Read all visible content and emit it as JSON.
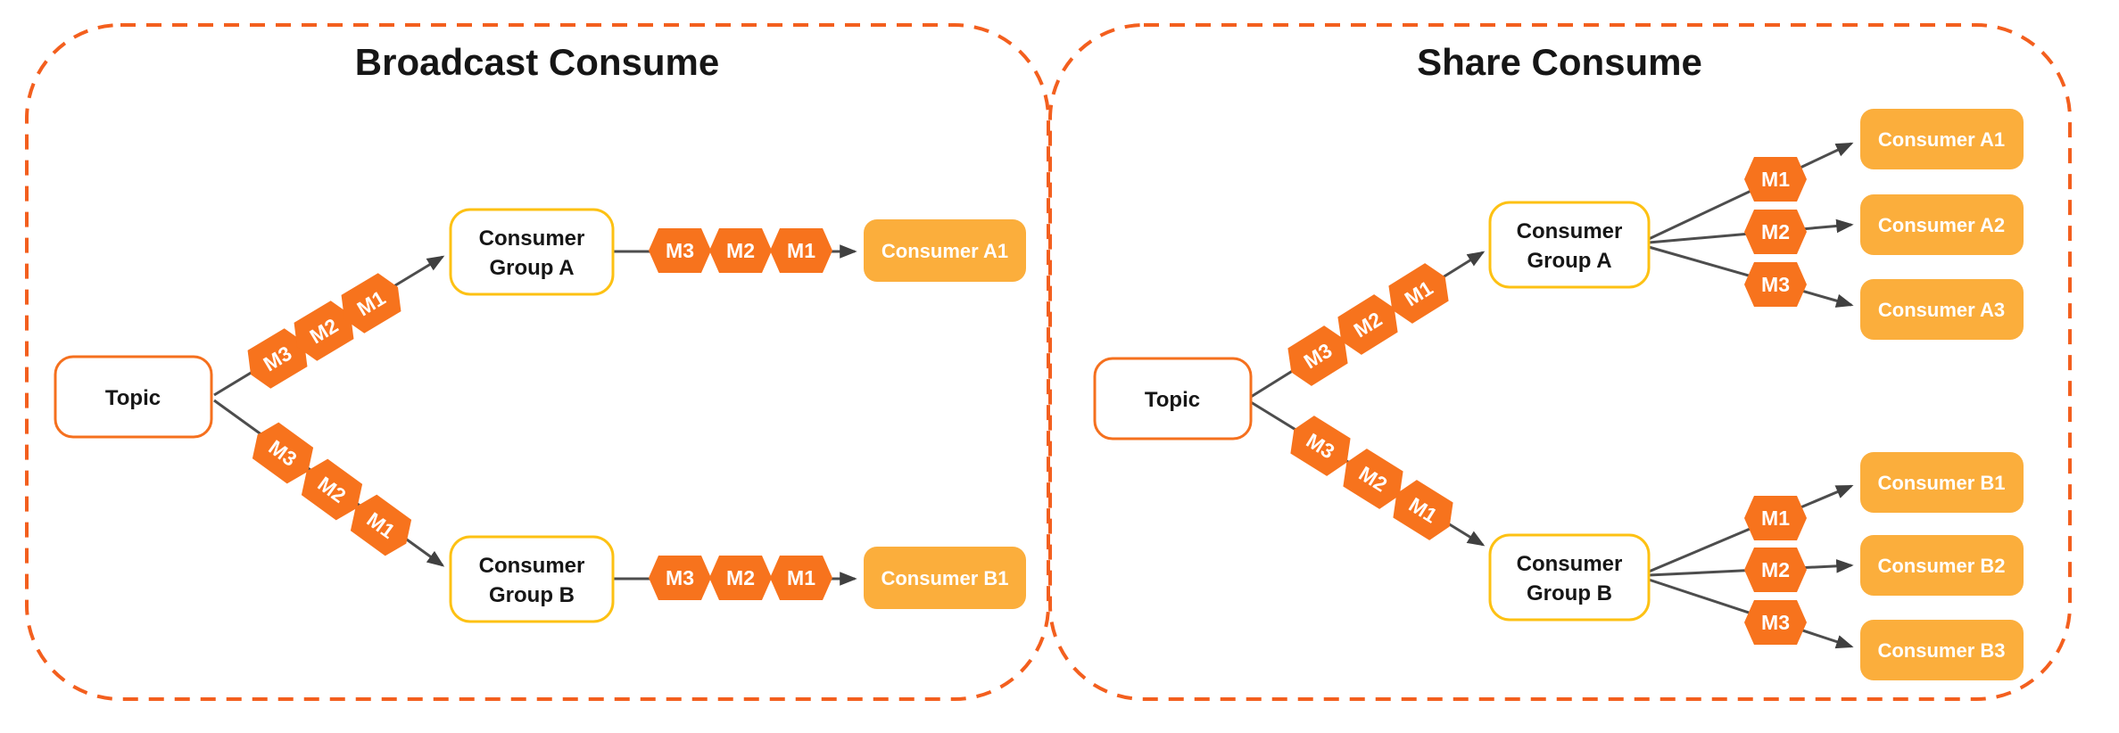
{
  "colors": {
    "panel_dash_border": "#F35F1E",
    "topic_border": "#F5701E",
    "group_border": "#FDC113",
    "consumer_fill": "#FBAE3C",
    "message_hexagon_fill": "#F7731D",
    "edge_line": "#4D4D4D",
    "text_dark": "#161616",
    "text_white": "#FFFFFF"
  },
  "left": {
    "title": "Broadcast Consume",
    "topic": "Topic",
    "group_a": [
      "Consumer",
      "Group A"
    ],
    "group_b": [
      "Consumer",
      "Group B"
    ],
    "topic_to_a": [
      "M3",
      "M2",
      "M1"
    ],
    "topic_to_b": [
      "M3",
      "M2",
      "M1"
    ],
    "queue_a": [
      "M3",
      "M2",
      "M1"
    ],
    "queue_b": [
      "M3",
      "M2",
      "M1"
    ],
    "consumer_a": "Consumer A1",
    "consumer_b": "Consumer B1"
  },
  "right": {
    "title": "Share Consume",
    "topic": "Topic",
    "group_a": [
      "Consumer",
      "Group A"
    ],
    "group_b": [
      "Consumer",
      "Group B"
    ],
    "topic_to_a": [
      "M3",
      "M2",
      "M1"
    ],
    "topic_to_b": [
      "M3",
      "M2",
      "M1"
    ],
    "fan_a_msgs": [
      "M1",
      "M2",
      "M3"
    ],
    "fan_b_msgs": [
      "M1",
      "M2",
      "M3"
    ],
    "consumers_a": [
      "Consumer A1",
      "Consumer A2",
      "Consumer A3"
    ],
    "consumers_b": [
      "Consumer B1",
      "Consumer B2",
      "Consumer B3"
    ]
  }
}
